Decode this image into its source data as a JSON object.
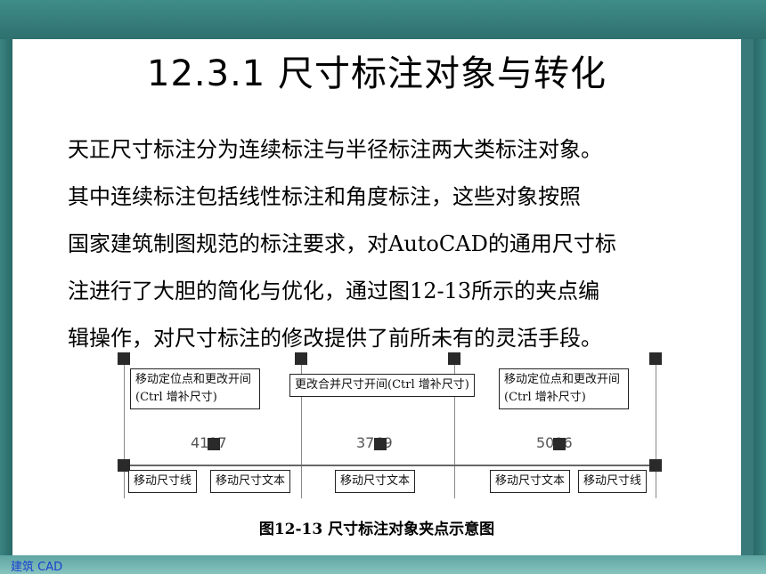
{
  "title": "12.3.1 尺寸标注对象与转化",
  "paragraph": [
    "天正尺寸标注分为连续标注与半径标注两大类标注对象。",
    "其中连续标注包括线性标注和角度标注，这些对象按照",
    "国家建筑制图规范的标注要求，对AutoCAD的通用尺寸标",
    "注进行了大胆的简化与优化，通过图12-13所示的夹点编",
    "辑操作，对尺寸标注的修改提供了前所未有的灵活手段。"
  ],
  "diagram": {
    "dimensions": [
      "4117",
      "3769",
      "5096"
    ],
    "top_boxes": [
      {
        "line1": "移动定位点和更改开间",
        "line2": "(Ctrl 增补尺寸)"
      },
      {
        "line1": "更改合并尺寸开间(Ctrl 增补尺寸)"
      },
      {
        "line1": "移动定位点和更改开间",
        "line2": "(Ctrl 增补尺寸)"
      }
    ],
    "bottom_boxes": [
      "移动尺寸线",
      "移动尺寸文本",
      "移动尺寸文本",
      "移动尺寸文本",
      "移动尺寸线"
    ]
  },
  "caption": "图12-13   尺寸标注对象夹点示意图",
  "footer": "建筑 CAD",
  "colors": {
    "frame": "#3a7a7a",
    "footer_text": "#1a3fd0"
  }
}
